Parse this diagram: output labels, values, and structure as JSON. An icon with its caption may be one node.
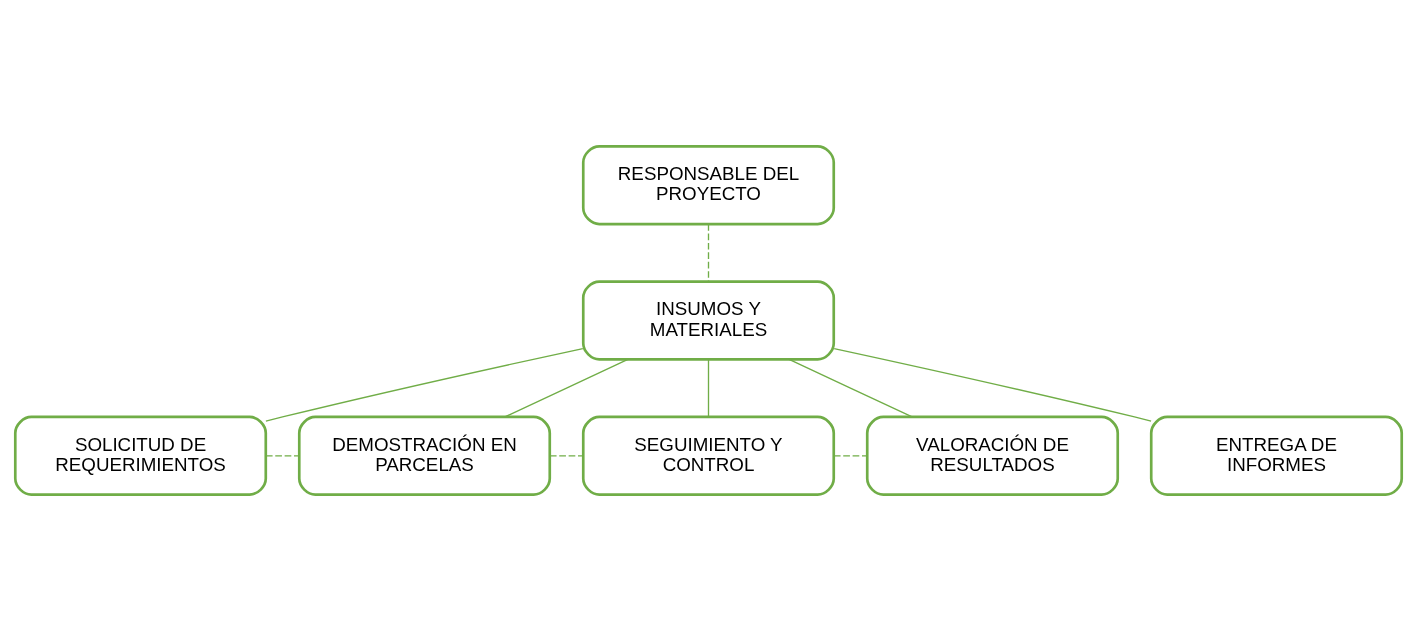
{
  "diagram": {
    "nodes": [
      {
        "text": [
          "INSUMOS Y MATERIALES"
        ]
      },
      {
        "text": [
          "RESPONSABLE DEL PROYECTO"
        ]
      },
      {
        "text": [
          "SOLICITUD DE REQUERIMIENTOS"
        ]
      },
      {
        "text": [
          "DEMOSTRACIÓN EN PARCELAS"
        ]
      },
      {
        "text": [
          "SEGUIMIENTO Y CONTROL"
        ]
      },
      {
        "text": [
          "VALORACIÓN DE RESULTADOS"
        ]
      },
      {
        "text": [
          "ENTREGA DE INFORMES"
        ]
      }
    ],
    "edges": [
      {
        "from": 1,
        "to": 0,
        "arrow": "none",
        "style": "dashed"
      },
      {
        "from": 0,
        "to": 2,
        "arrow": "none"
      },
      {
        "from": 0,
        "to": 3,
        "arrow": "none"
      },
      {
        "from": 0,
        "to": 4,
        "arrow": "none"
      },
      {
        "from": 0,
        "to": 5,
        "arrow": "none"
      },
      {
        "from": 0,
        "to": 6,
        "arrow": "none"
      },
      {
        "from": 2,
        "to": 3,
        "arrow": "none",
        "style": "dashed"
      },
      {
        "from": 3,
        "to": 4,
        "arrow": "none",
        "style": "dashed"
      },
      {
        "from": 4,
        "to": 5,
        "arrow": "none",
        "style": "dashed"
      }
    ]
  }
}
